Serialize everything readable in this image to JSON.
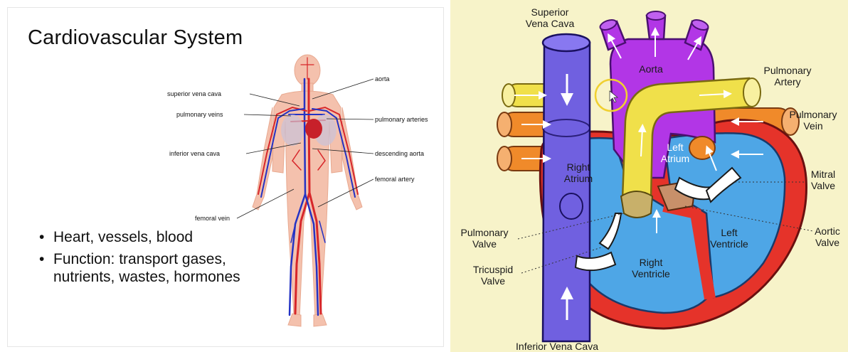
{
  "left_slide": {
    "title": "Cardiovascular System",
    "bullets": [
      "Heart, vessels, blood",
      "Function: transport gases, nutrients, wastes, hormones"
    ],
    "body_labels": {
      "superior_vena_cava": "superior vena cava",
      "pulmonary_veins": "pulmonary veins",
      "inferior_vena_cava": "inferior vena cava",
      "femoral_vein": "femoral vein",
      "aorta": "aorta",
      "pulmonary_arteries": "pulmonary arteries",
      "descending_aorta": "descending aorta",
      "femoral_artery": "femoral artery"
    }
  },
  "heart_diagram": {
    "labels": {
      "superior_vena_cava_1": "Superior",
      "superior_vena_cava_2": "Vena Cava",
      "aorta": "Aorta",
      "pulmonary_artery_1": "Pulmonary",
      "pulmonary_artery_2": "Artery",
      "pulmonary_vein_1": "Pulmonary",
      "pulmonary_vein_2": "Vein",
      "left_atrium_1": "Left",
      "left_atrium_2": "Atrium",
      "right_atrium_1": "Right",
      "right_atrium_2": "Atrium",
      "mitral_valve_1": "Mitral",
      "mitral_valve_2": "Valve",
      "pulmonary_valve_1": "Pulmonary",
      "pulmonary_valve_2": "Valve",
      "aortic_valve_1": "Aortic",
      "aortic_valve_2": "Valve",
      "left_ventricle_1": "Left",
      "left_ventricle_2": "Ventricle",
      "right_ventricle_1": "Right",
      "right_ventricle_2": "Ventricle",
      "tricuspid_valve_1": "Tricuspid",
      "tricuspid_valve_2": "Valve",
      "inferior_vena_cava": "Inferior Vena Cava"
    },
    "colors": {
      "background": "#f7f3c9",
      "vena_cava": "#7060e0",
      "aorta": "#b236e6",
      "pulmonary_artery": "#f0e04a",
      "pulmonary_vein": "#f08a2a",
      "heart_wall": "#e5332a",
      "chamber": "#4ea6e6",
      "valve_tan": "#c8b06a"
    }
  }
}
